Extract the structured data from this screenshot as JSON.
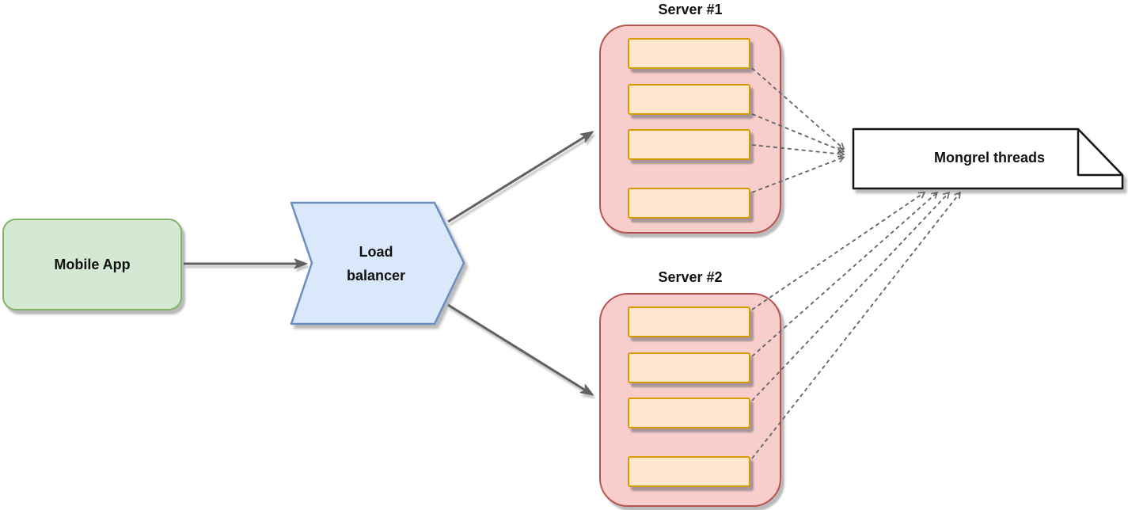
{
  "diagram": {
    "background": "#ffffff",
    "nodes": {
      "mobile_app": {
        "label": "Mobile App",
        "shape": "rounded-rectangle",
        "fill": "#d5e8d4",
        "stroke": "#82b366"
      },
      "load_balancer": {
        "label": "Load\nbalancer",
        "shape": "chevron",
        "fill": "#dae8fc",
        "stroke": "#6c8ebf"
      },
      "server1": {
        "title": "Server #1",
        "shape": "rounded-container",
        "fill": "#f8cecc",
        "stroke": "#b85450",
        "thread_slots": 4
      },
      "server2": {
        "title": "Server #2",
        "shape": "rounded-container",
        "fill": "#f8cecc",
        "stroke": "#b85450",
        "thread_slots": 4
      },
      "note": {
        "label": "Mongrel threads",
        "shape": "note-folded-corner",
        "fill": "#ffffff",
        "stroke": "#141414"
      }
    },
    "thread_slot_style": {
      "fill": "#ffe6cc",
      "stroke": "#d79b00"
    },
    "connector_color": "#616161",
    "text_color": "#111111",
    "edges": [
      {
        "from": "mobile_app",
        "to": "load_balancer",
        "style": "solid-arrow"
      },
      {
        "from": "load_balancer",
        "to": "server1",
        "style": "solid-arrow"
      },
      {
        "from": "load_balancer",
        "to": "server2",
        "style": "solid-arrow"
      },
      {
        "from": "server1.thread_slots",
        "to": "note",
        "style": "dashed-open-arrow",
        "count": 4
      },
      {
        "from": "server2.thread_slots",
        "to": "note",
        "style": "dashed-open-arrow",
        "count": 4
      }
    ]
  }
}
